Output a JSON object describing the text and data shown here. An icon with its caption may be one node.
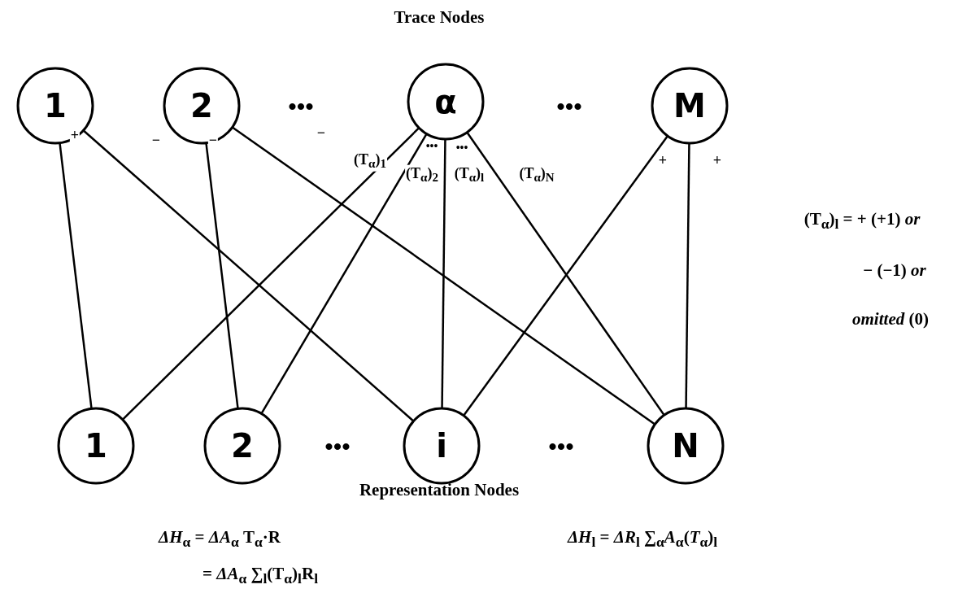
{
  "diagram": {
    "nodes": [
      {
        "text": [
          "1"
        ]
      },
      {
        "text": [
          "2"
        ]
      },
      {
        "text": [
          "α"
        ]
      },
      {
        "text": [
          "M"
        ]
      },
      {
        "text": [
          "1"
        ]
      },
      {
        "text": [
          "2"
        ]
      },
      {
        "text": [
          "i"
        ]
      },
      {
        "text": [
          "N"
        ]
      }
    ],
    "edges": [
      {
        "from": 0,
        "to": 4,
        "arrow": "none",
        "label": "+"
      },
      {
        "from": 0,
        "to": 6,
        "arrow": "none",
        "label": "−"
      },
      {
        "from": 1,
        "to": 5,
        "arrow": "none",
        "label": "−"
      },
      {
        "from": 1,
        "to": 7,
        "arrow": "none",
        "label": "−"
      },
      {
        "from": 2,
        "to": 4,
        "arrow": "none",
        "label": "(T$_{α}$)$_{1}$"
      },
      {
        "from": 2,
        "to": 5,
        "arrow": "none",
        "label": "(T$_{α}$)$_{2}$"
      },
      {
        "from": 2,
        "to": 6,
        "arrow": "none",
        "label": "(T$_{α}$)$_{l}$"
      },
      {
        "from": 2,
        "to": 7,
        "arrow": "none",
        "label": "(T$_{α}$)$_{N}$"
      },
      {
        "from": 3,
        "to": 6,
        "arrow": "none",
        "label": "+"
      },
      {
        "from": 3,
        "to": 7,
        "arrow": "none",
        "label": "+"
      }
    ],
    "labels": [
      "Trace Nodes",
      "•••",
      "•••",
      "•••",
      "•••",
      "•••",
      "•••",
      "(T$_{α}$)$_{l}$ =  + (+1) *or*",
      "− (−1) *or*",
      "*omitted* (0)",
      "Representation Nodes",
      "*ΔH*$_{α}$ = *ΔA*$_{α}$ T$_{α}$·R",
      "*ΔH*$_{l}$ = *ΔR*$_{l}$ ∑$_{α}$*A*$_{α}$(*T*$_{α}$)$_{l}$",
      "= *ΔA*$_{α}$ ∑$_{l}$(T$_{α}$)$_{l}$R$_{l}$"
    ]
  }
}
